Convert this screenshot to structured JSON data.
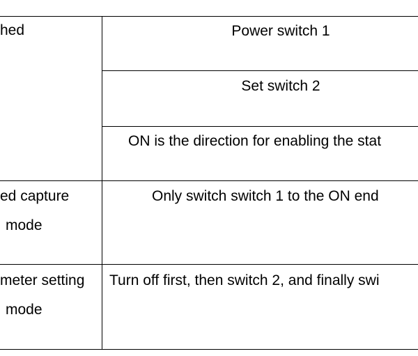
{
  "table": {
    "rows": [
      {
        "left": [
          "hed"
        ],
        "right": [
          "Power switch 1",
          "Set switch 2",
          "ON is the direction for enabling the stat"
        ]
      },
      {
        "left": [
          "ed capture",
          "mode"
        ],
        "right": [
          "Only switch switch 1 to the ON end"
        ]
      },
      {
        "left": [
          "meter setting",
          "mode"
        ],
        "right": [
          "Turn off first, then switch 2, and finally swi"
        ]
      }
    ]
  }
}
